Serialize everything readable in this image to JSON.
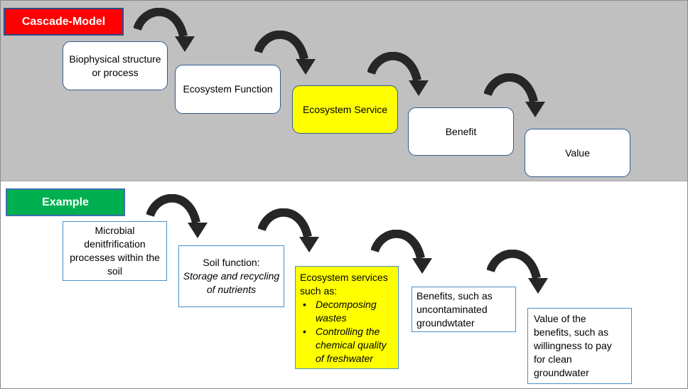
{
  "cascade": {
    "title": "Cascade-Model",
    "steps": [
      {
        "label": "Biophysical structure or process"
      },
      {
        "label": "Ecosystem Function"
      },
      {
        "label": "Ecosystem Service"
      },
      {
        "label": "Benefit"
      },
      {
        "label": "Value"
      }
    ]
  },
  "example": {
    "title": "Example",
    "microbial": "Microbial denitfrification processes within the soil",
    "soil_heading": "Soil function:",
    "soil_detail": "Storage and recycling of nutrients",
    "services_heading": "Ecosystem services such as:",
    "services_bullets": [
      "Decomposing wastes",
      "Controlling the chemical quality of freshwater"
    ],
    "benefits": "Benefits, such as uncontaminated groundwtater",
    "value": "Value of the benefits, such as willingness to pay for clean groundwater"
  },
  "colors": {
    "cascade_title_bg": "#ff0000",
    "example_title_bg": "#00b050",
    "highlight": "#ffff00",
    "top_band_bg": "#c0c0c0",
    "arrow": "#262626"
  }
}
